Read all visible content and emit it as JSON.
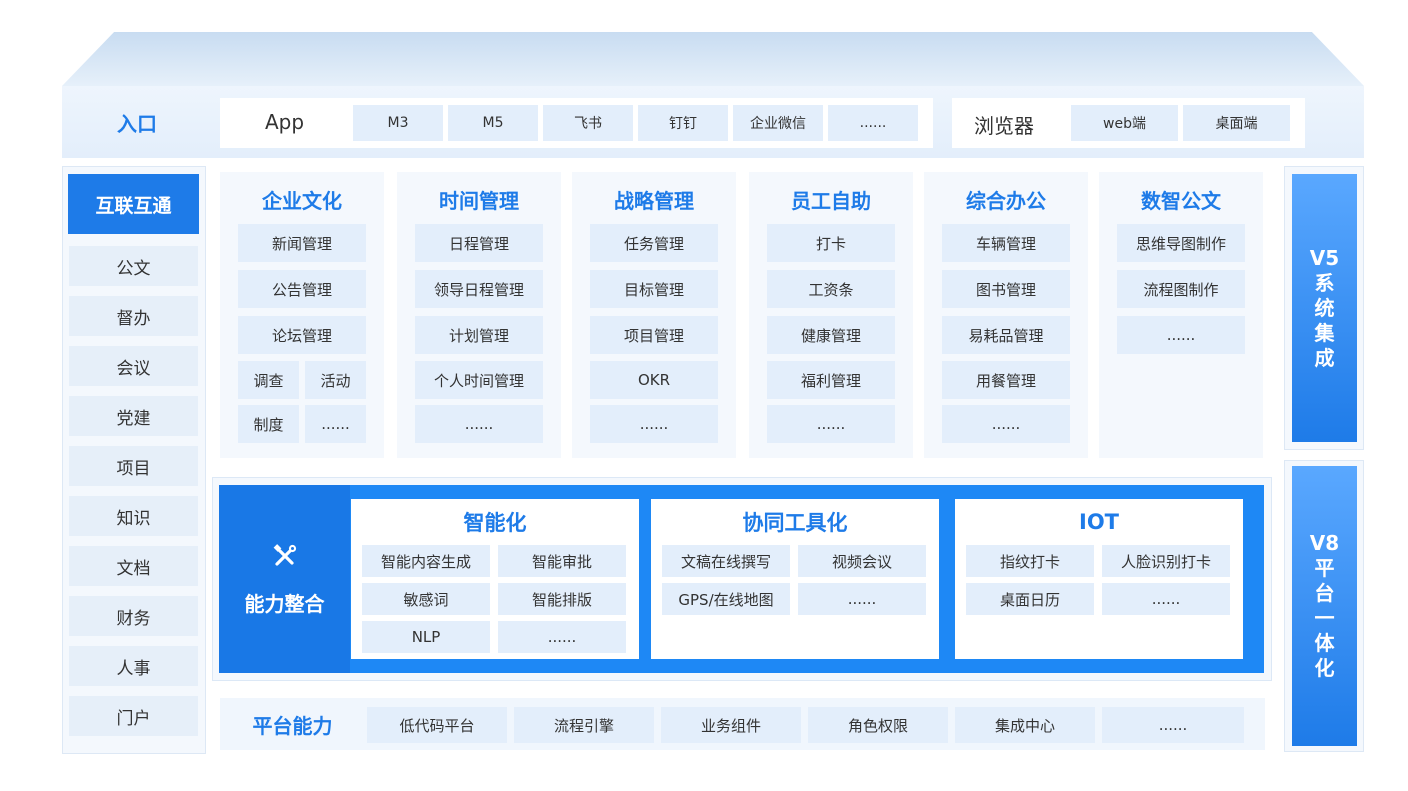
{
  "entry": {
    "label": "入口",
    "app_title": "App",
    "app_items": [
      "M3",
      "M5",
      "飞书",
      "钉钉",
      "企业微信",
      "......"
    ],
    "browser_title": "浏览器",
    "browser_items": [
      "web端",
      "桌面端"
    ]
  },
  "sidebar": {
    "head": "互联互通",
    "items": [
      "公文",
      "督办",
      "会议",
      "党建",
      "项目",
      "知识",
      "文档",
      "财务",
      "人事",
      "门户"
    ]
  },
  "modules": [
    {
      "title": "企业文化"
    },
    {
      "title": "时间管理",
      "items": [
        "日程管理",
        "领导日程管理",
        "计划管理",
        "个人时间管理",
        "......"
      ]
    },
    {
      "title": "战略管理",
      "items": [
        "任务管理",
        "目标管理",
        "项目管理",
        "OKR",
        "......"
      ]
    },
    {
      "title": "员工自助",
      "items": [
        "打卡",
        "工资条",
        "健康管理",
        "福利管理",
        "......"
      ]
    },
    {
      "title": "综合办公",
      "items": [
        "车辆管理",
        "图书管理",
        "易耗品管理",
        "用餐管理",
        "......"
      ]
    },
    {
      "title": "数智公文",
      "items": [
        "思维导图制作",
        "流程图制作",
        "......"
      ]
    }
  ],
  "culture": {
    "full": [
      "新闻管理",
      "公告管理",
      "论坛管理"
    ],
    "half": [
      "调查",
      "活动",
      "制度",
      "......"
    ]
  },
  "integration": {
    "label": "能力整合",
    "icon": "tools-icon",
    "panels": [
      {
        "title": "智能化",
        "items": [
          "智能内容生成",
          "智能审批",
          "敏感词",
          "智能排版",
          "NLP",
          "......"
        ]
      },
      {
        "title": "协同工具化",
        "items": [
          "文稿在线撰写",
          "视频会议",
          "GPS/在线地图",
          "......"
        ]
      },
      {
        "title": "IOT",
        "items": [
          "指纹打卡",
          "人脸识别打卡",
          "桌面日历",
          "......"
        ]
      }
    ]
  },
  "platform": {
    "label": "平台能力",
    "items": [
      "低代码平台",
      "流程引擎",
      "业务组件",
      "角色权限",
      "集成中心",
      "......"
    ]
  },
  "right": {
    "v5": [
      "V5",
      "系",
      "统",
      "集",
      "成"
    ],
    "v8": [
      "V8",
      "平",
      "台",
      "一",
      "体",
      "化"
    ]
  },
  "colors": {
    "accent": "#1e7be8",
    "cell": "#e3eefb",
    "panel_bg": "#f4f8fd"
  }
}
